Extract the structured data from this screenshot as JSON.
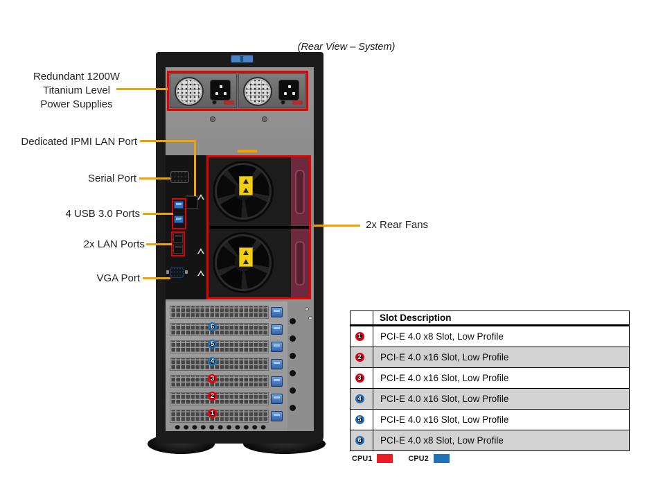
{
  "title": "(Rear View – System)",
  "annotations": {
    "psu": "Redundant 1200W\nTitanium Level\nPower Supplies",
    "ipmi": "Dedicated IPMI LAN Port",
    "serial": "Serial Port",
    "usb": "4 USB 3.0 Ports",
    "lan": "2x LAN Ports",
    "vga": "VGA Port",
    "fans": "2x Rear Fans"
  },
  "chassis": {
    "slot_badges": [
      {
        "number": "6",
        "cpu": "CPU2",
        "ring": "#1d6fb8"
      },
      {
        "number": "5",
        "cpu": "CPU2",
        "ring": "#1d6fb8"
      },
      {
        "number": "4",
        "cpu": "CPU2",
        "ring": "#1d6fb8"
      },
      {
        "number": "3",
        "cpu": "CPU1",
        "ring": "#e8000d"
      },
      {
        "number": "2",
        "cpu": "CPU1",
        "ring": "#e8000d"
      },
      {
        "number": "1",
        "cpu": "CPU1",
        "ring": "#e8000d"
      }
    ]
  },
  "slot_table": {
    "header": "Slot Description",
    "rows": [
      {
        "number": "1",
        "description": "PCI-E 4.0 x8 Slot, Low Profile",
        "cpu": "CPU1",
        "ring": "#e8000d"
      },
      {
        "number": "2",
        "description": "PCI-E 4.0 x16 Slot, Low Profile",
        "cpu": "CPU1",
        "ring": "#e8000d"
      },
      {
        "number": "3",
        "description": "PCI-E 4.0 x16 Slot, Low Profile",
        "cpu": "CPU1",
        "ring": "#e8000d"
      },
      {
        "number": "4",
        "description": "PCI-E 4.0 x16 Slot, Low Profile",
        "cpu": "CPU2",
        "ring": "#1d6fb8"
      },
      {
        "number": "5",
        "description": "PCI-E 4.0 x16 Slot, Low Profile",
        "cpu": "CPU2",
        "ring": "#1d6fb8"
      },
      {
        "number": "6",
        "description": "PCI-E 4.0 x8 Slot, Low Profile",
        "cpu": "CPU2",
        "ring": "#1d6fb8"
      }
    ],
    "legend": [
      {
        "label": "CPU1",
        "color": "#ec1c24"
      },
      {
        "label": "CPU2",
        "color": "#2173b9"
      }
    ]
  },
  "colors": {
    "leader": "#f0a202",
    "highlight": "#e60000"
  }
}
